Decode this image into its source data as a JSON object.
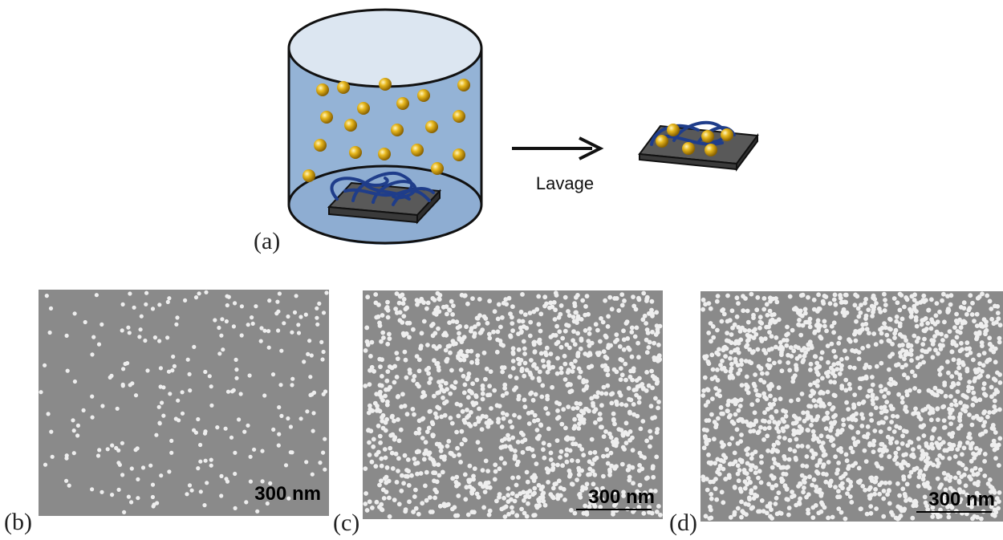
{
  "panel_labels": {
    "a": "(a)",
    "b": "(b)",
    "c": "(c)",
    "d": "(d)"
  },
  "arrow_label": "Lavage",
  "colors": {
    "solution": "#94b3d6",
    "solution_top": "#dce6f1",
    "outline": "#111111",
    "substrate": "#595959",
    "polymer": "#1f3d8a",
    "nanoparticle": "#d9a514",
    "sem_background": "#8a8a8a",
    "sem_particle": "#eeeeee"
  },
  "icons": [
    "beaker-icon",
    "substrate-icon",
    "polymer-brush-icon",
    "nanoparticle-icon",
    "arrow-right-icon"
  ],
  "sem_images": [
    {
      "id": "b",
      "scale_bar": "300 nm",
      "particle_density": "low"
    },
    {
      "id": "c",
      "scale_bar": "300 nm",
      "particle_density": "medium"
    },
    {
      "id": "d",
      "scale_bar": "300 nm",
      "particle_density": "high"
    }
  ]
}
